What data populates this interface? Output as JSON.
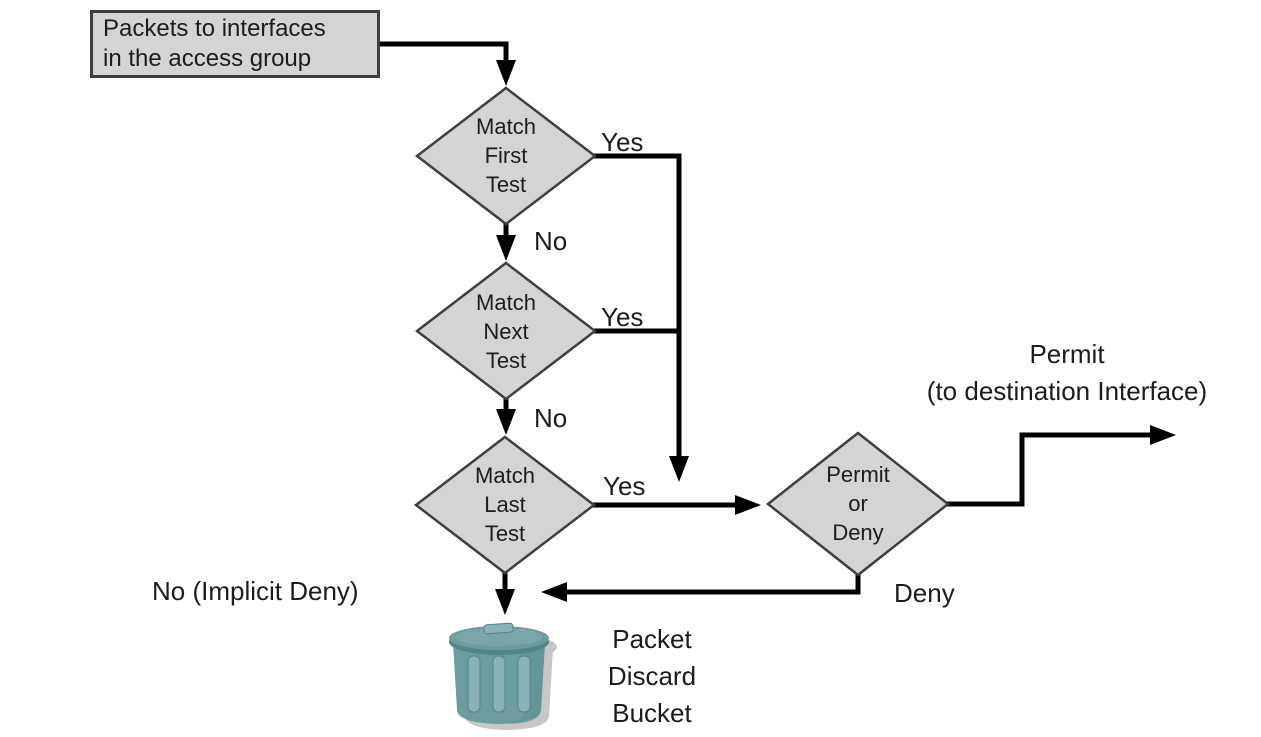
{
  "colors": {
    "background": "#ffffff",
    "shape_fill": "#d4d4d4",
    "shape_border": "#3f3f3f",
    "line": "#000000",
    "text": "#1c1c1c",
    "bucket_body": "#6d9c9e",
    "bucket_lid": "#4f8689",
    "bucket_top": "#79a6a8",
    "bucket_dark": "#5d8f92",
    "bucket_slat": "#8ab2b4",
    "bucket_shadow": "#b5b5b5"
  },
  "start_box": {
    "line1": "Packets to interfaces",
    "line2": "in the access group"
  },
  "decisions": {
    "first": {
      "line1": "Match",
      "line2": "First",
      "line3": "Test"
    },
    "next": {
      "line1": "Match",
      "line2": "Next",
      "line3": "Test"
    },
    "last": {
      "line1": "Match",
      "line2": "Last",
      "line3": "Test"
    },
    "permit_or_deny": {
      "line1": "Permit",
      "line2": "or",
      "line3": "Deny"
    }
  },
  "labels": {
    "yes_first": "Yes",
    "no_first": "No",
    "yes_next": "Yes",
    "no_next": "No",
    "yes_last": "Yes",
    "no_implicit_deny": "No (Implicit Deny)",
    "deny": "Deny",
    "permit_line1": "Permit",
    "permit_line2": "(to destination Interface)",
    "bucket_line1": "Packet",
    "bucket_line2": "Discard",
    "bucket_line3": "Bucket"
  }
}
